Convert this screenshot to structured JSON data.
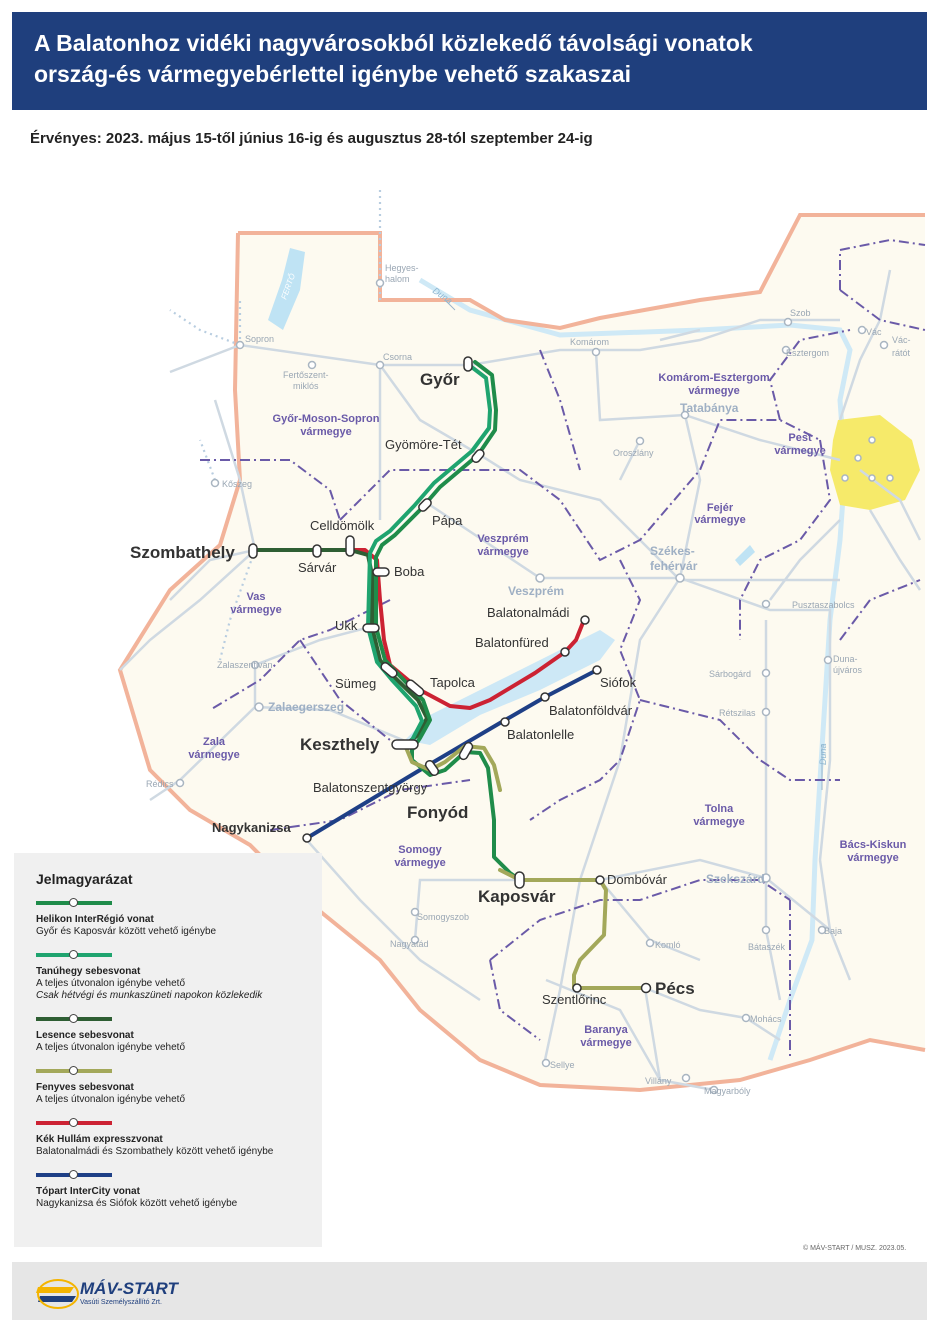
{
  "title": {
    "line1": "A Balatonhoz vidéki nagyvárosokból közlekedő távolsági vonatok",
    "line2": "ország-és vármegyebérlettel igénybe vehető szakaszai"
  },
  "validity": "Érvényes: 2023. május 15-től június 16-ig és augusztus 28-tól szeptember 24-ig",
  "colors": {
    "helikon": "#1f8c4a",
    "tanuhegy": "#1fa46f",
    "lesence": "#2e5e33",
    "fenyves": "#a3a85a",
    "kek_hullam": "#cc2233",
    "topart": "#1e3f86",
    "county_border": "#6a5aa8",
    "country_border": "#f2b39a",
    "rail": "#cfd9e2",
    "water": "#bfe3f4",
    "budapest": "#f6ea6a",
    "header": "#1f3f7d"
  },
  "stations_main": {
    "gyor": "Győr",
    "szombathely": "Szombathely",
    "keszthely": "Keszthely",
    "fonyod": "Fonyód",
    "kaposvar": "Kaposvár",
    "pecs": "Pécs",
    "nagykanizsa": "Nagykanizsa"
  },
  "stations": {
    "gyomore": "Gyömöre-Tét",
    "papa": "Pápa",
    "celldomolk": "Celldömölk",
    "sarvar": "Sárvár",
    "boba": "Boba",
    "ukk": "Ukk",
    "sumeg": "Sümeg",
    "tapolca": "Tapolca",
    "balatonalmadi": "Balatonalmádi",
    "balatonfured": "Balatonfüred",
    "siofok": "Siófok",
    "balatonfoldvar": "Balatonföldvár",
    "balatonlelle": "Balatonlelle",
    "balatonszentgyorgy": "Balatonszentgyörgy",
    "dombovar": "Dombóvár",
    "szentlorinc": "Szentlőrinc"
  },
  "bg_places": {
    "hegyeshalom_1": "Hegyes-",
    "hegyeshalom_2": "halom",
    "sopron": "Sopron",
    "csorna": "Csorna",
    "fertoszentmiklos_1": "Fertőszent-",
    "fertoszentmiklos_2": "miklós",
    "koszeg": "Kőszeg",
    "komarom": "Komárom",
    "szob": "Szob",
    "vac": "Vác",
    "vacratot_1": "Vác-",
    "vacratot_2": "rátót",
    "esztergom": "Esztergom",
    "tatabanya": "Tatabánya",
    "oroszlany": "Oroszlány",
    "szekesfehervar_1": "Székes-",
    "szekesfehervar_2": "fehérvár",
    "veszprem": "Veszprém",
    "pusztaszabolcs": "Pusztaszabolcs",
    "dunaujvaros_1": "Duna-",
    "dunaujvaros_2": "újváros",
    "sarbogard": "Sárbogárd",
    "retszilas": "Rétszilas",
    "zalaszentivan": "Zalaszentiván",
    "zalaegerszeg": "Zalaegerszeg",
    "redics": "Rédics",
    "szekszard": "Szekszárd",
    "bataszek": "Bátaszék",
    "baja": "Baja",
    "somogyszob": "Somogyszob",
    "nagyatad": "Nagyatád",
    "komlo": "Komló",
    "mohacs": "Mohács",
    "sellye": "Sellye",
    "villany": "Villány",
    "magyarboly": "Magyarbóly"
  },
  "water_labels": {
    "duna_upper": "Duna",
    "duna_lower": "Duna",
    "ferto": "FERTŐ"
  },
  "counties": {
    "gyms_1": "Győr-Moson-Sopron",
    "gyms_2": "vármegye",
    "kome_1": "Komárom-Esztergom",
    "kome_2": "vármegye",
    "pest_1": "Pest",
    "pest_2": "vármegye",
    "fejer_1": "Fejér",
    "fejer_2": "vármegye",
    "veszprem_1": "Veszprém",
    "veszprem_2": "vármegye",
    "vas_1": "Vas",
    "vas_2": "vármegye",
    "zala_1": "Zala",
    "zala_2": "vármegye",
    "somogy_1": "Somogy",
    "somogy_2": "vármegye",
    "tolna_1": "Tolna",
    "tolna_2": "vármegye",
    "bacs_1": "Bács-Kiskun",
    "bacs_2": "vármegye",
    "baranya_1": "Baranya",
    "baranya_2": "vármegye"
  },
  "legend": {
    "title": "Jelmagyarázat",
    "items": [
      {
        "name": "Helikon InterRégió vonat",
        "desc": "Győr és Kaposvár között vehető igénybe",
        "note": "",
        "color": "#1f8c4a"
      },
      {
        "name": "Tanúhegy sebesvonat",
        "desc": "A teljes útvonalon igénybe vehető",
        "note": "Csak hétvégi és munkaszüneti napokon közlekedik",
        "color": "#1fa46f"
      },
      {
        "name": "Lesence sebesvonat",
        "desc": "A teljes útvonalon igénybe vehető",
        "note": "",
        "color": "#2e5e33"
      },
      {
        "name": "Fenyves sebesvonat",
        "desc": "A teljes útvonalon igénybe vehető",
        "note": "",
        "color": "#a3a85a"
      },
      {
        "name": "Kék Hullám expresszvonat",
        "desc": "Balatonalmádi és Szombathely között vehető igénybe",
        "note": "",
        "color": "#cc2233"
      },
      {
        "name": "Tópart InterCity vonat",
        "desc": "Nagykanizsa és Siófok között vehető igénybe",
        "note": "",
        "color": "#1e3f86"
      }
    ]
  },
  "footer": {
    "copyright": "© MÁV-START / MUSZ. 2023.05.",
    "logo": "MÁV-START",
    "logo_sub": "Vasúti Személyszállító Zrt."
  }
}
